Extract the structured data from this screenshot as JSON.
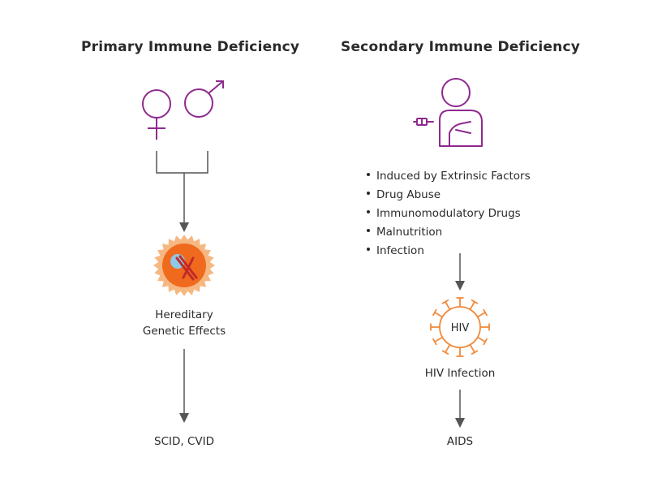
{
  "primary": {
    "title": "Primary Immune Deficiency",
    "cause_line1": "Hereditary",
    "cause_line2": "Genetic Effects",
    "outcome": "SCID, CVID"
  },
  "secondary": {
    "title": "Secondary Immune Deficiency",
    "factors": [
      "Induced by Extrinsic Factors",
      "Drug Abuse",
      "Immunomodulatory Drugs",
      "Malnutrition",
      "Infection"
    ],
    "virus_label": "HIV",
    "infection": "HIV Infection",
    "outcome": "AIDS"
  },
  "colors": {
    "purple": "#8e2a8e",
    "orange": "#f08a3c",
    "cell_orange": "#f06a1e",
    "cell_ring": "#f6b882",
    "chromosome": "#c02a2a",
    "nucleus": "#8ec9ea",
    "arrow": "#555555"
  },
  "icons": [
    "female-symbol-icon",
    "male-symbol-icon",
    "cell-chromosome-icon",
    "patient-injection-icon",
    "virus-icon"
  ]
}
